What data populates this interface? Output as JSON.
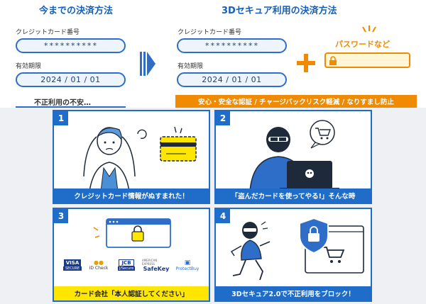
{
  "left": {
    "title": "今までの決済方法",
    "card_label": "クレジットカード番号",
    "card_value": "**********",
    "expiry_label": "有効期限",
    "expiry_value": "2024 / 01 / 01",
    "note": "不正利用の不安…"
  },
  "right": {
    "title": "3Dセキュア利用の決済方法",
    "card_label": "クレジットカード番号",
    "card_value": "**********",
    "expiry_label": "有効期限",
    "expiry_value": "2024 / 01 / 01",
    "password_label": "パスワードなど",
    "benefits": "安心・安全な認証 / チャージバックリスク軽減 / なりすまし防止"
  },
  "panels": [
    {
      "num": "1",
      "caption": "クレジットカード情報がぬすまれた！"
    },
    {
      "num": "2",
      "caption": "「盗んだカードを使ってやる!」そんな時"
    },
    {
      "num": "3",
      "caption": "カード会社「本人認証してください」"
    },
    {
      "num": "4",
      "caption": "3Dセキュア2.0で不正利用をブロック！"
    }
  ],
  "brands": [
    {
      "logo": "VISA",
      "sub": "SECURE"
    },
    {
      "logo": "●●",
      "sub": "ID Check"
    },
    {
      "logo": "JCB",
      "sub": "J/Secure"
    },
    {
      "logo": "SafeKey",
      "sub": "AMERICAN EXPRESS"
    },
    {
      "logo": "▣",
      "sub": "ProtectBuy"
    }
  ],
  "colors": {
    "primary": "#1f6dc8",
    "orange": "#f08a00",
    "yellow": "#ffe600"
  }
}
